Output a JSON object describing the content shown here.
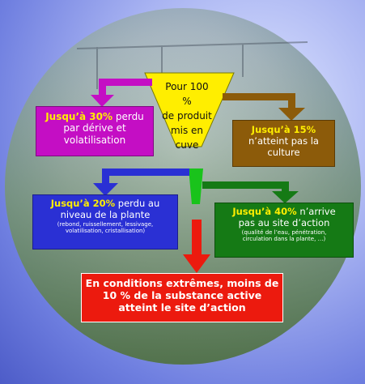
{
  "funnel": {
    "line1": "Pour 100 %",
    "line2": "de produit",
    "line3": "mis en",
    "line4": "cuve"
  },
  "box_30": {
    "highlight": "Jusqu’à 30%",
    "text_after": " perdu",
    "line2": "par dérive et",
    "line3": "volatilisation"
  },
  "box_15": {
    "highlight": "Jusqu’à 15%",
    "line2": "n’atteint pas la",
    "line3": "culture"
  },
  "box_20": {
    "highlight": "Jusqu’à 20%",
    "text_after": " perdu au",
    "line2": "niveau de la plante",
    "detail1": "(rebond, ruissellement, lessivage,",
    "detail2": "volatilisation, cristallisation)"
  },
  "box_40": {
    "highlight": "Jusqu’à 40%",
    "text_after": " n’arrive",
    "line2": "pas au site d’action",
    "detail1": "(qualité de l’eau, pénétration,",
    "detail2": "circulation dans la plante, …)"
  },
  "box_extreme": {
    "line1": "En conditions extrêmes, moins de",
    "line2": "10 % de la substance active",
    "line3": "atteint le site d’action"
  },
  "colors": {
    "funnel_top": "#ffee00",
    "funnel_bottom": "#19c31b",
    "loss_30": "#c40ec4",
    "loss_15": "#8c5b0a",
    "loss_20": "#2a30d4",
    "loss_40": "#157a15",
    "result": "#ec1a0e"
  }
}
